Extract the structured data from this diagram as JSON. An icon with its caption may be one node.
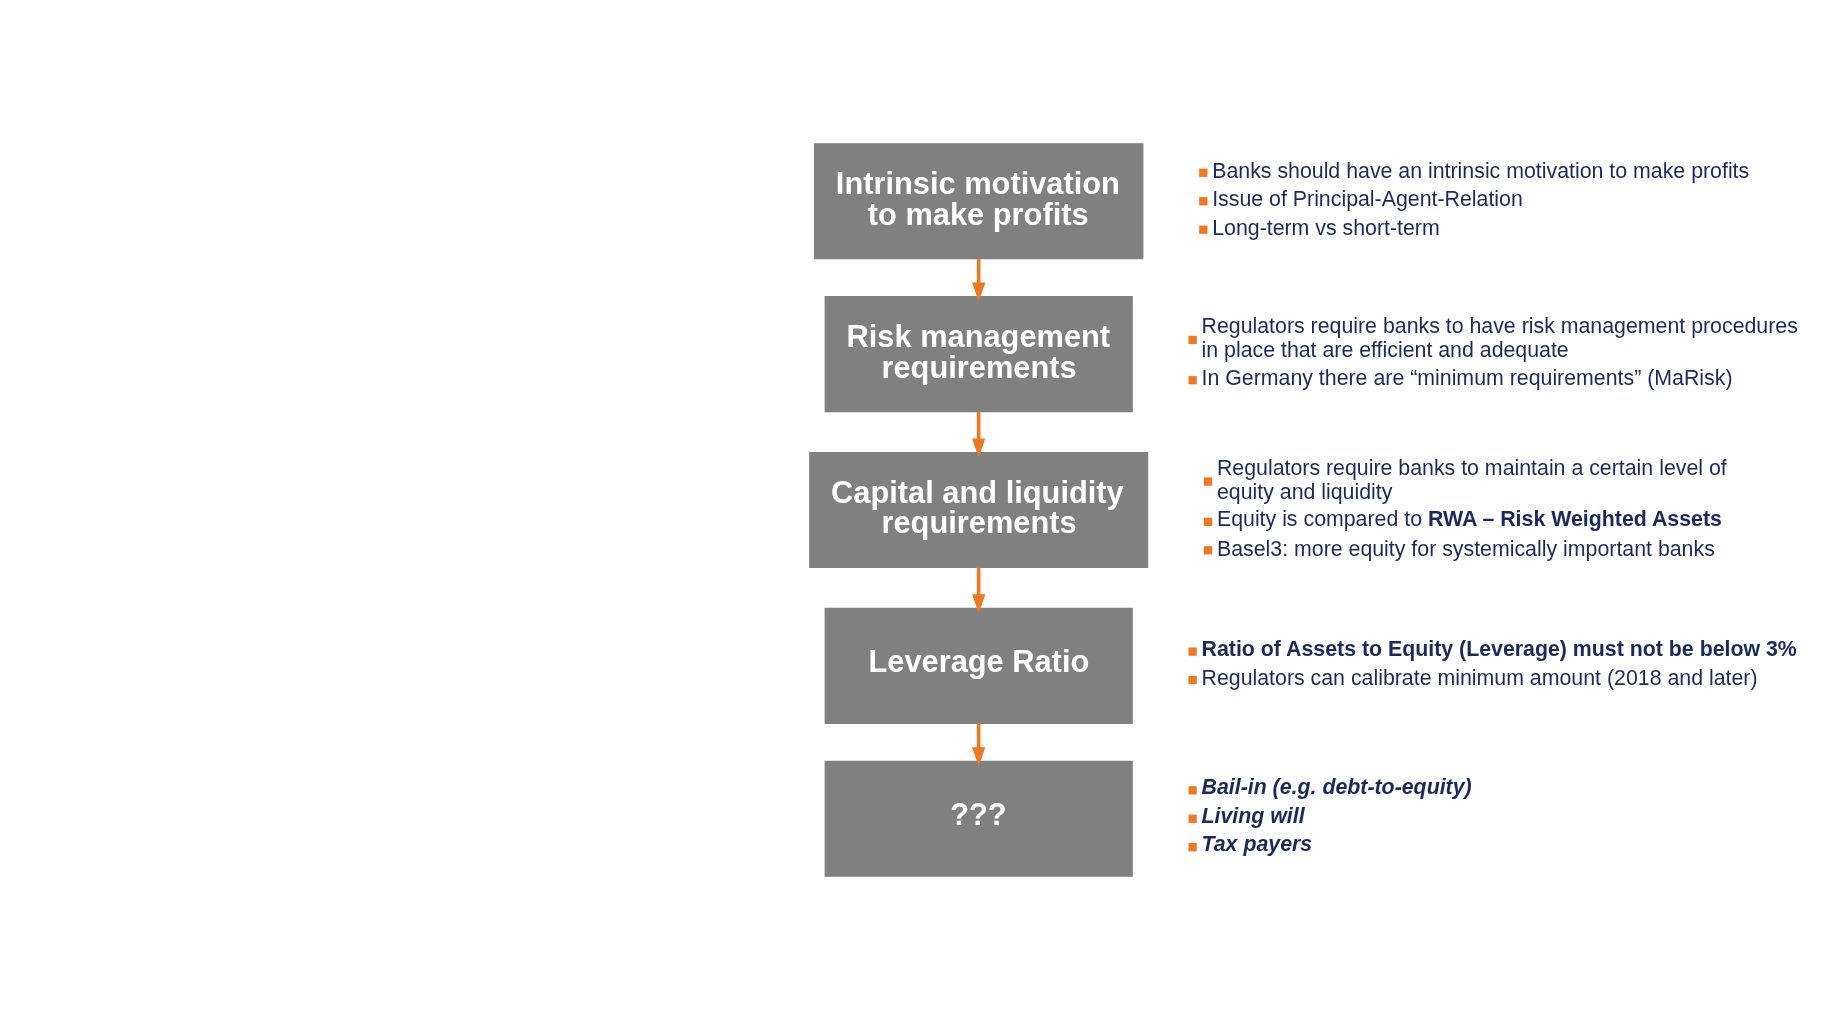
{
  "diagram": {
    "nodes": [
      {
        "text": [
          "Intrinsic motivation to make profits"
        ],
        "beside": [
          "Banks should have an intrinsic motivation to make profits",
          "Issue of Principal-Agent-Relation",
          "Long-term vs short-term"
        ]
      },
      {
        "text": [
          "Risk management requirements"
        ],
        "beside": [
          "Regulators require banks to have risk management procedures in place that are efficient and adequate",
          "In Germany there are “minimum requirements” (MaRisk)"
        ]
      },
      {
        "text": [
          "Capital and liquidity requirements"
        ],
        "beside": [
          "Regulators require banks to maintain a certain level of equity and liquidity",
          "Equity is compared to **RWA – Risk Weighted Assets**",
          "Basel3: more equity for systemically important banks"
        ]
      },
      {
        "text": [
          "Leverage Ratio"
        ],
        "beside": [
          "Ratio of Assets to Equity (Leverage) must not be below 3%",
          "Regulators can calibrate minimum amount (2018 and later)"
        ]
      },
      {
        "text": [
          "???"
        ],
        "beside": [
          "Bail-in (e.g. debt-to-equity)",
          "Living will",
          "Tax payers"
        ]
      }
    ],
    "edges": [
      {
        "from": 0,
        "to": 1,
        "arrow": "to"
      },
      {
        "from": 1,
        "to": 2,
        "arrow": "to"
      },
      {
        "from": 2,
        "to": 3,
        "arrow": "to"
      },
      {
        "from": 3,
        "to": 4,
        "arrow": "to"
      }
    ]
  }
}
